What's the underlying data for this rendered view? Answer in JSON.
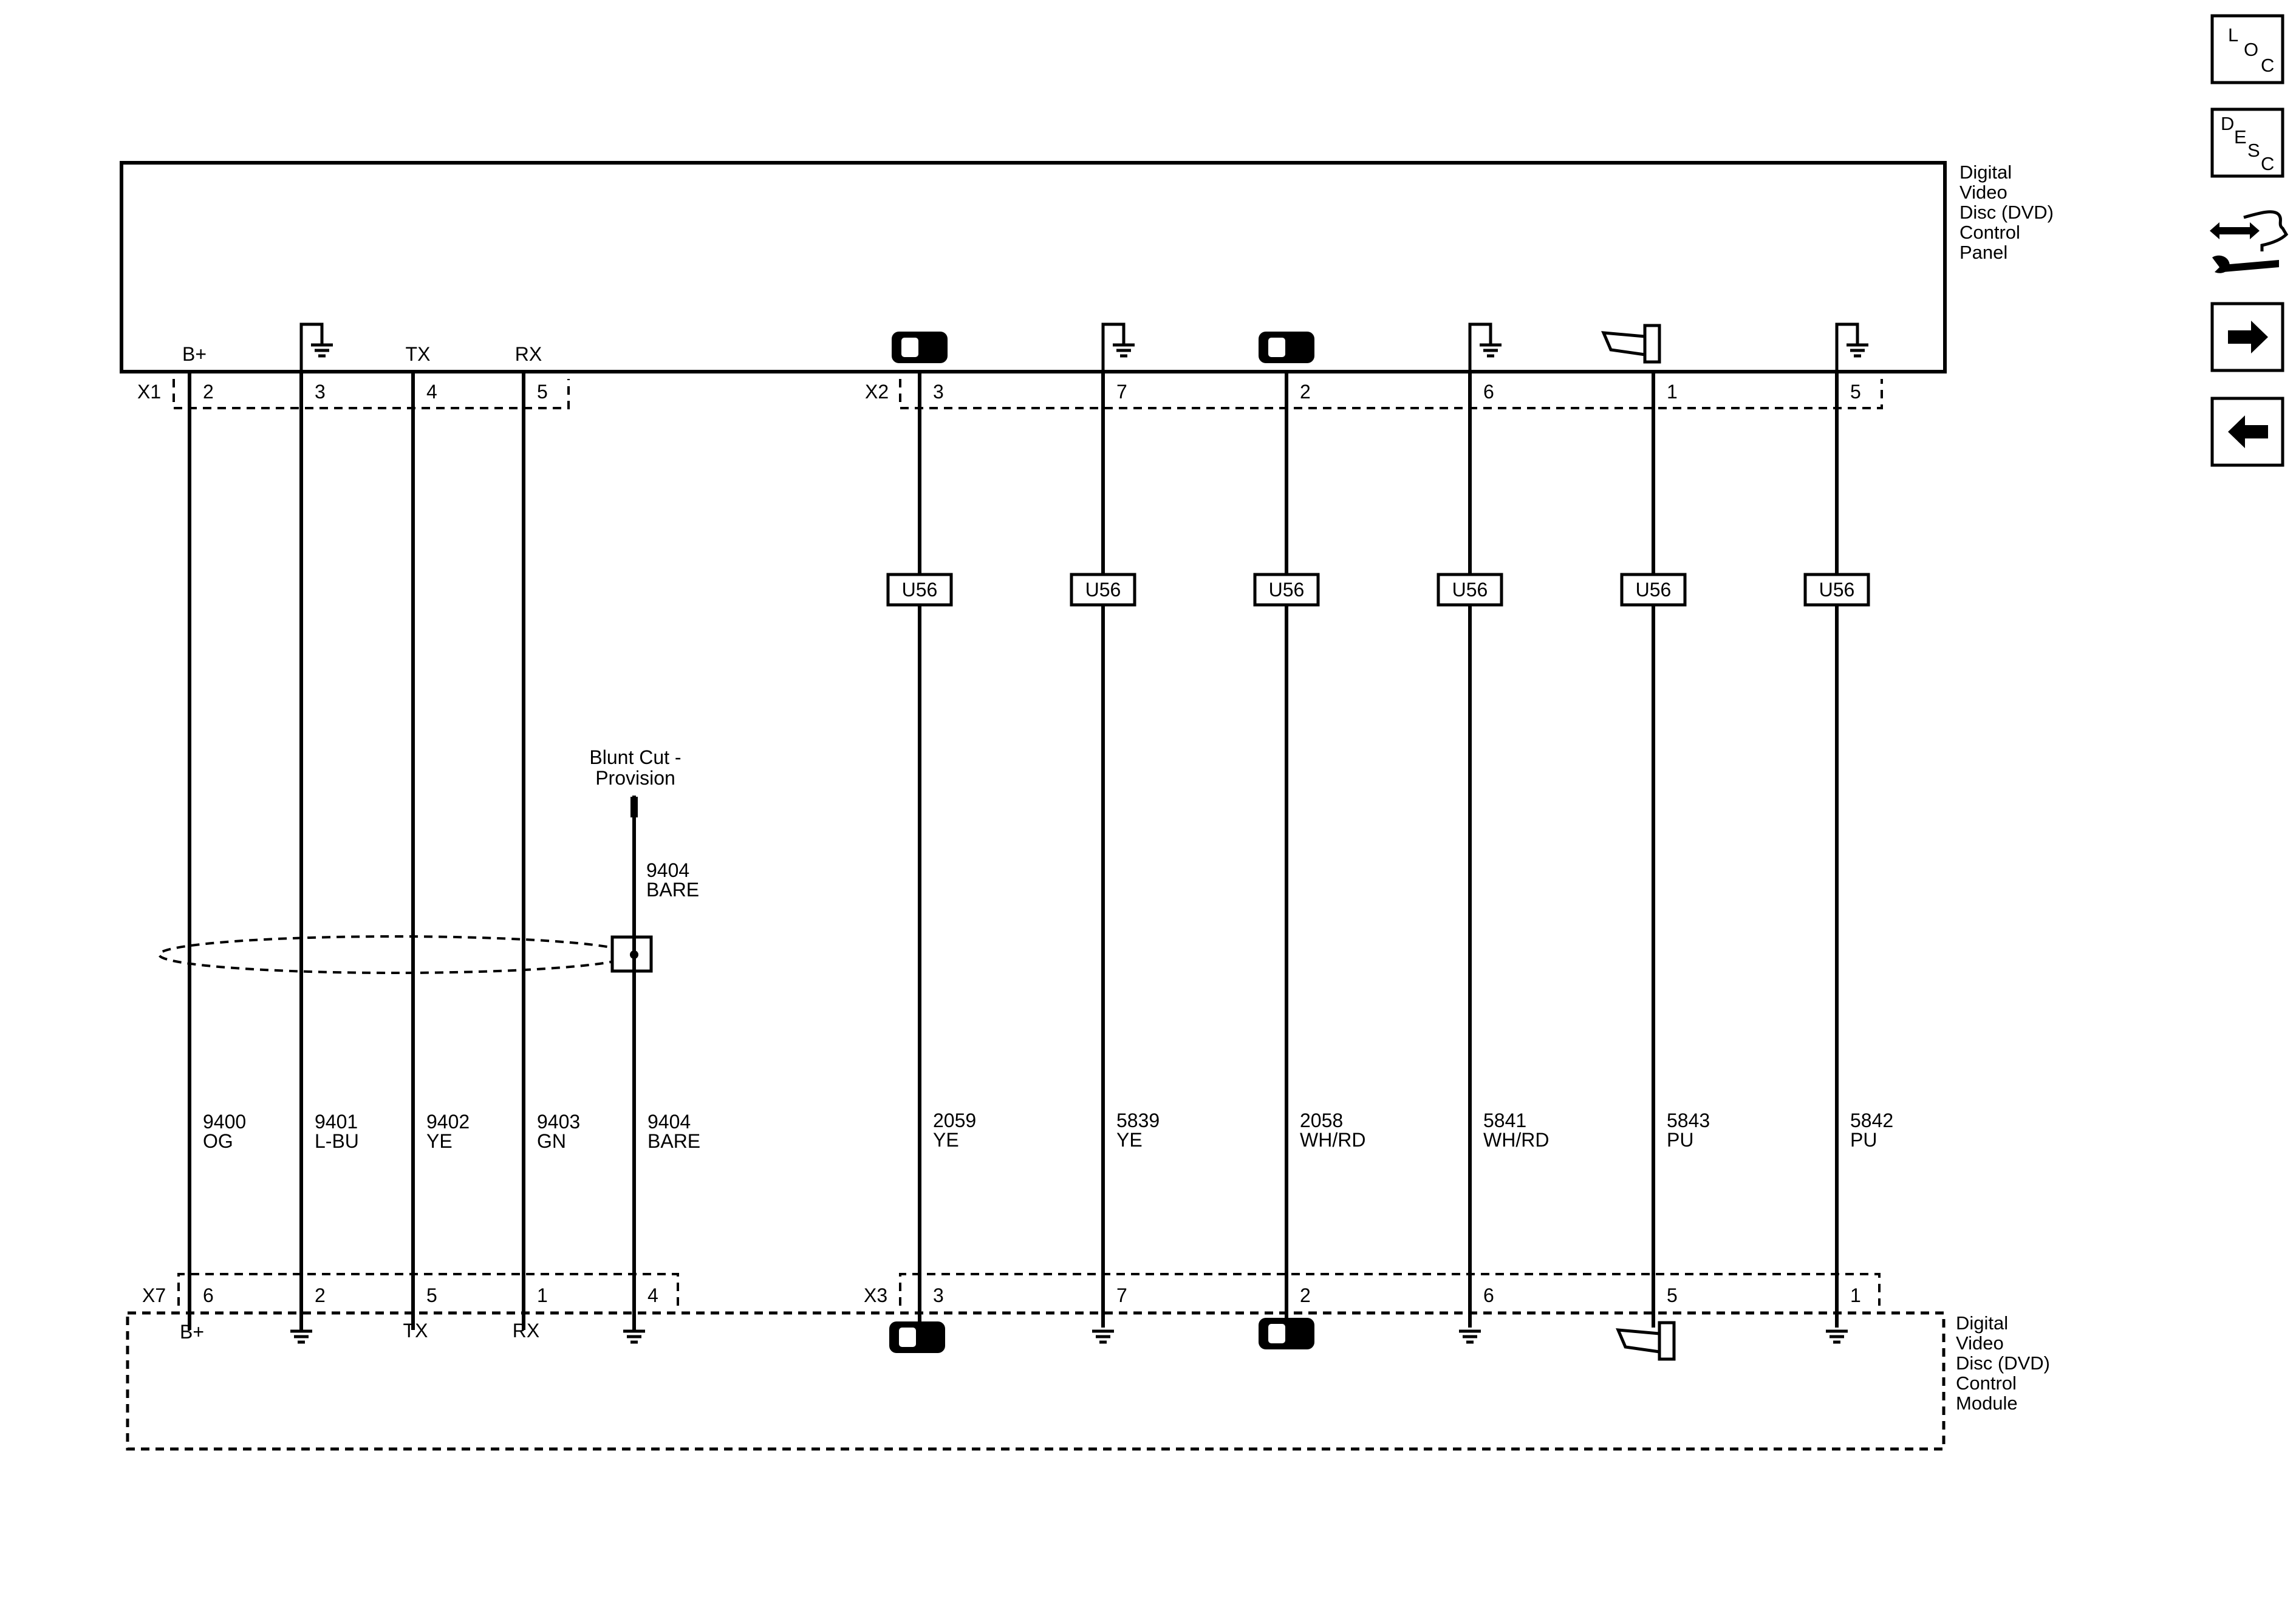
{
  "top_component": {
    "name_lines": [
      "Digital",
      "Video",
      "Disc (DVD)",
      "Control",
      "Panel"
    ]
  },
  "bottom_component": {
    "name_lines": [
      "Digital",
      "Video",
      "Disc (DVD)",
      "Control",
      "Module"
    ]
  },
  "connectors": {
    "x1": "X1",
    "x2": "X2",
    "x7": "X7",
    "x3": "X3"
  },
  "left_circuits": [
    {
      "top_label": "B+",
      "top_pin": "2",
      "bottom_pin": "6",
      "bottom_label": "B+",
      "wire_number": "9400",
      "color": "OG"
    },
    {
      "top_label": "",
      "top_pin": "3",
      "bottom_pin": "2",
      "bottom_label": "",
      "wire_number": "9401",
      "color": "L-BU",
      "top_symbol": "ground-icon",
      "bottom_symbol": "ground-icon"
    },
    {
      "top_label": "TX",
      "top_pin": "4",
      "bottom_pin": "5",
      "bottom_label": "TX",
      "wire_number": "9402",
      "color": "YE"
    },
    {
      "top_label": "RX",
      "top_pin": "5",
      "bottom_pin": "1",
      "bottom_label": "RX",
      "wire_number": "9403",
      "color": "GN"
    }
  ],
  "drain": {
    "wire_number": "9404",
    "color": "BARE",
    "bottom_pin": "4",
    "provision_lines": [
      "Blunt Cut -",
      "Provision"
    ],
    "upper_wire_number": "9404",
    "upper_color": "BARE"
  },
  "right_circuits": [
    {
      "top_pin": "3",
      "bottom_pin": "3",
      "splice": "U56",
      "wire_number": "2059",
      "color": "YE",
      "symbol": "speaker-plus-icon"
    },
    {
      "top_pin": "7",
      "bottom_pin": "7",
      "splice": "U56",
      "wire_number": "5839",
      "color": "YE",
      "symbol": "ground-icon"
    },
    {
      "top_pin": "2",
      "bottom_pin": "2",
      "splice": "U56",
      "wire_number": "2058",
      "color": "WH/RD",
      "symbol": "speaker-minus-icon"
    },
    {
      "top_pin": "6",
      "bottom_pin": "6",
      "splice": "U56",
      "wire_number": "5841",
      "color": "WH/RD",
      "symbol": "ground-icon"
    },
    {
      "top_pin": "1",
      "bottom_pin": "5",
      "splice": "U56",
      "wire_number": "5843",
      "color": "PU",
      "symbol": "horn-icon"
    },
    {
      "top_pin": "5",
      "bottom_pin": "1",
      "splice": "U56",
      "wire_number": "5842",
      "color": "PU",
      "symbol": "ground-icon"
    }
  ],
  "nav_buttons": [
    {
      "name": "loc-button",
      "letters": [
        "L",
        "O",
        "C"
      ]
    },
    {
      "name": "desc-button",
      "letters": [
        "D",
        "E",
        "S",
        "C"
      ]
    },
    {
      "name": "connector-repair-button",
      "icon": "connector-wrench-icon"
    },
    {
      "name": "next-page-button",
      "icon": "arrow-right-icon"
    },
    {
      "name": "previous-page-button",
      "icon": "arrow-left-icon"
    }
  ]
}
